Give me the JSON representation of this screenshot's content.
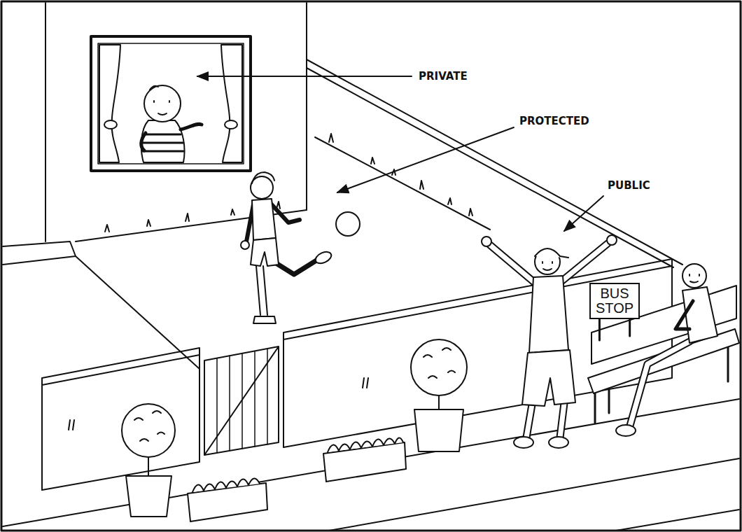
{
  "diagram": {
    "nodes": [
      {
        "text": [
          "BUS STOP"
        ]
      }
    ],
    "labels": [
      "PRIVATE",
      "PROTECTED",
      "PUBLIC"
    ]
  }
}
